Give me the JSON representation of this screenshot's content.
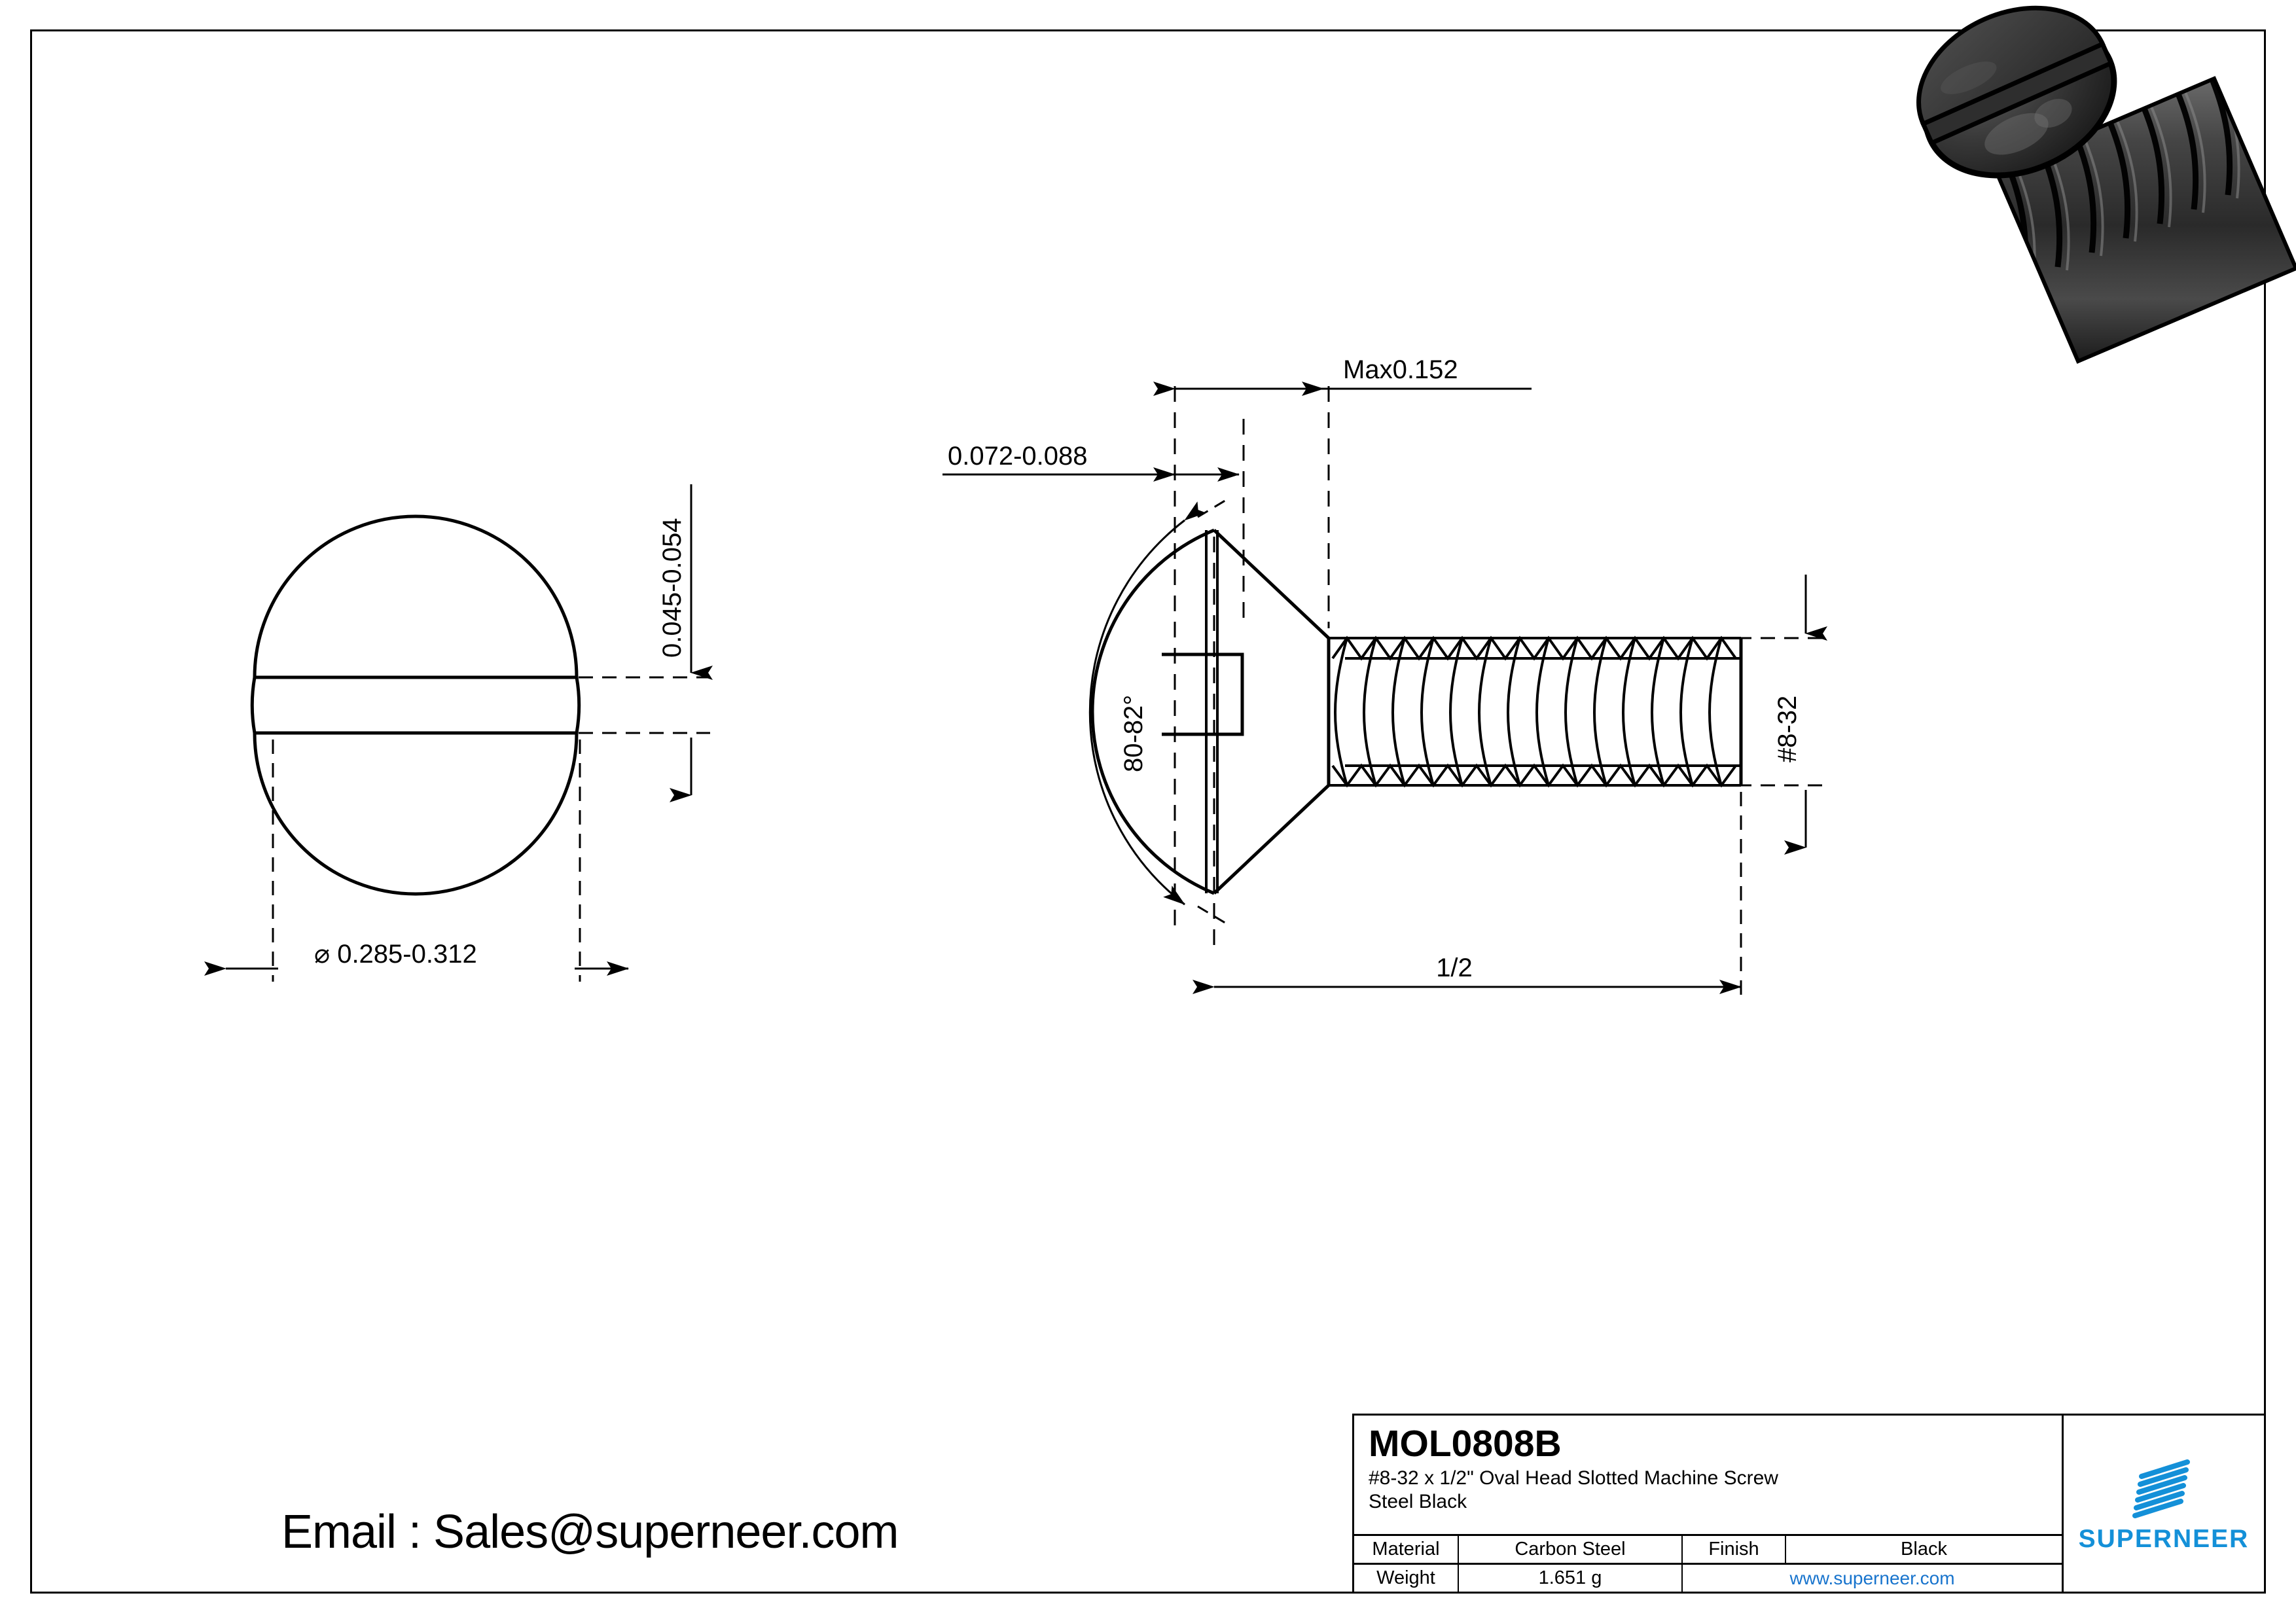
{
  "sheet": {
    "email_line": "Email : Sales@superneer.com"
  },
  "title_block": {
    "part_code": "MOL0808B",
    "description_line1": "#8-32 x 1/2\" Oval Head Slotted Machine Screw",
    "description_line2": "Steel Black",
    "material_label": "Material",
    "material_value": "Carbon Steel",
    "finish_label": "Finish",
    "finish_value": "Black",
    "weight_label": "Weight",
    "weight_value": "1.651 g",
    "website": "www.superneer.com",
    "brand": "SUPERNEER",
    "brand_color": "#1490D8",
    "link_color": "#1874CD"
  },
  "views": {
    "front_view": {
      "name": "head-end-view",
      "dim_diameter": "⌀ 0.285-0.312",
      "dim_slot_width": "0.045-0.054"
    },
    "side_view": {
      "name": "side-section-view",
      "dim_head_height_max": "Max0.152",
      "dim_slot_depth": "0.072-0.088",
      "dim_head_angle": "80-82°",
      "dim_thread": "#8-32",
      "dim_length": "1/2"
    },
    "iso_view": {
      "name": "3d-screw-render"
    }
  }
}
